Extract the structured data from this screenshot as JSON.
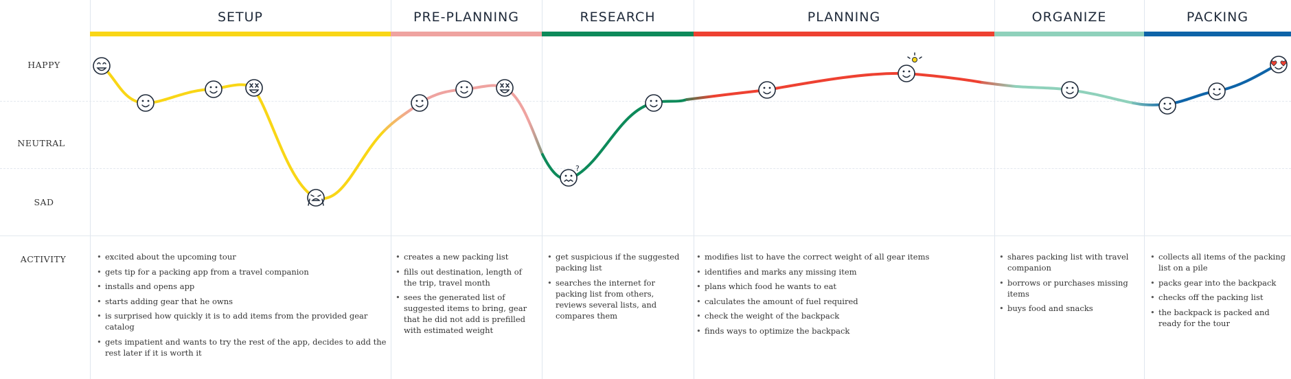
{
  "phases": [
    {
      "id": "setup",
      "title": "SETUP",
      "color": "#f9d616"
    },
    {
      "id": "pre-planning",
      "title": "PRE-PLANNING",
      "color": "#efa3a0"
    },
    {
      "id": "research",
      "title": "RESEARCH",
      "color": "#0d8a5a"
    },
    {
      "id": "planning",
      "title": "PLANNING",
      "color": "#ee4131"
    },
    {
      "id": "organize",
      "title": "ORGANIZE",
      "color": "#8fd1bb"
    },
    {
      "id": "packing",
      "title": "PACKING",
      "color": "#0e64a8"
    }
  ],
  "rows": {
    "happy": "HAPPY",
    "neutral": "NEUTRAL",
    "sad": "SAD",
    "activity": "ACTIVITY"
  },
  "emotion_points": [
    {
      "phase": "setup",
      "mood": "happy",
      "face": "grin-face-icon"
    },
    {
      "phase": "setup",
      "mood": "smile",
      "face": "smile-face-icon"
    },
    {
      "phase": "setup",
      "mood": "smile",
      "face": "smile-face-icon"
    },
    {
      "phase": "setup",
      "mood": "excited",
      "face": "star-eyes-face-icon"
    },
    {
      "phase": "setup",
      "mood": "sad",
      "face": "crying-face-icon"
    },
    {
      "phase": "pre-planning",
      "mood": "smile",
      "face": "smile-face-icon"
    },
    {
      "phase": "pre-planning",
      "mood": "smile",
      "face": "smile-face-icon"
    },
    {
      "phase": "pre-planning",
      "mood": "excited",
      "face": "star-eyes-face-icon"
    },
    {
      "phase": "research",
      "mood": "confused",
      "face": "confused-face-icon"
    },
    {
      "phase": "research",
      "mood": "smile",
      "face": "smile-face-icon"
    },
    {
      "phase": "planning",
      "mood": "smile",
      "face": "smile-face-icon"
    },
    {
      "phase": "planning",
      "mood": "idea",
      "face": "idea-face-icon"
    },
    {
      "phase": "organize",
      "mood": "smile",
      "face": "smile-face-icon"
    },
    {
      "phase": "packing",
      "mood": "smile",
      "face": "smile-face-icon"
    },
    {
      "phase": "packing",
      "mood": "smile",
      "face": "smile-face-icon"
    },
    {
      "phase": "packing",
      "mood": "love",
      "face": "heart-eyes-face-icon"
    }
  ],
  "activities": {
    "setup": [
      "excited about the upcoming tour",
      "gets tip for a packing app from a travel companion",
      "installs and opens app",
      "starts adding gear that he owns",
      "is surprised how quickly it is to add items from the provided gear catalog",
      "gets impatient and wants to try the rest of the app, decides to add the rest later if it is worth it"
    ],
    "pre-planning": [
      "creates a new packing list",
      "fills out destination, length of the trip, travel month",
      "sees the generated list of suggested items to bring, gear that he did not add is prefilled with estimated weight"
    ],
    "research": [
      "get suspicious if the suggested packing list",
      "searches the internet for packing list from others, reviews several lists, and compares them"
    ],
    "planning": [
      "modifies list to have the correct weight of all gear items",
      "identifies and marks any missing item",
      "plans which food he wants to eat",
      "calculates the amount of fuel required",
      "check the weight of the backpack",
      "finds ways to optimize the backpack"
    ],
    "organize": [
      "shares packing list with travel companion",
      "borrows or purchases missing items",
      "buys food and snacks"
    ],
    "packing": [
      "collects all items of the packing list on a pile",
      "packs gear into the backpack",
      "checks off the packing list",
      "the backpack is packed and ready for the tour"
    ]
  }
}
